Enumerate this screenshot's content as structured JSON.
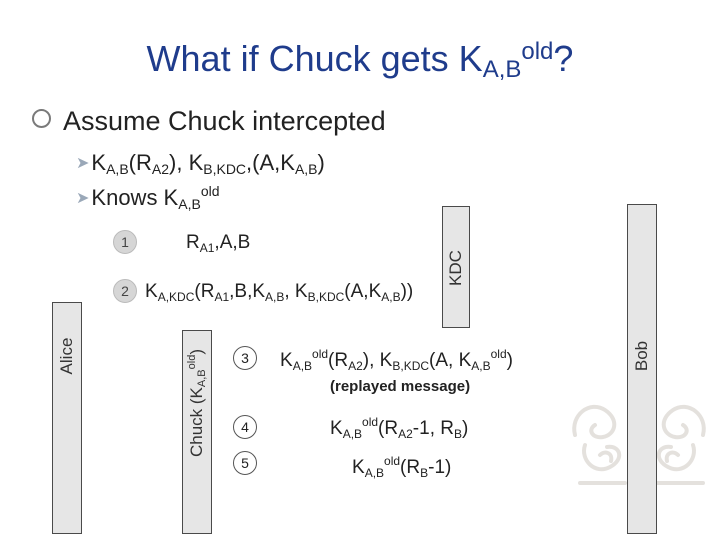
{
  "title": {
    "prefix": "What if Chuck gets K",
    "key_sub": "A,B",
    "key_sup": "old",
    "suffix": "?"
  },
  "bullet": "Assume Chuck intercepted",
  "sub_bullets": [
    {
      "k1": "K",
      "k1_sub": "A,B",
      "p1": "(R",
      "p1_sub": "A2",
      "p2": "), K",
      "k2_sub": "B,KDC",
      "p3": ",(A,K",
      "k3_sub": "A,B",
      "p4": ")"
    },
    {
      "text": "Knows K",
      "sub": "A,B",
      "sup": "old"
    }
  ],
  "entities": {
    "alice": "Alice",
    "kdc": "KDC",
    "bob": "Bob",
    "chuck": {
      "pre": "Chuck (K",
      "sub": "A,B",
      "sup": "old",
      "post": ")"
    }
  },
  "steps": [
    {
      "num": "1",
      "msg": {
        "a": "R",
        "a_sub": "A1",
        "b": ",A,B"
      }
    },
    {
      "num": "2",
      "msg": {
        "a": "K",
        "a_sub": "A,KDC",
        "b": "(R",
        "b_sub": "A1",
        "c": ",B,K",
        "c_sub": "A,B",
        "d": ", K",
        "d_sub": "B,KDC",
        "e": "(A,K",
        "e_sub": "A,B",
        "f": "))"
      }
    },
    {
      "num": "3",
      "msg": {
        "a": "K",
        "a_sub": "A,B",
        "a_sup": "old",
        "b": "(R",
        "b_sub": "A2",
        "c": "), K",
        "c_sub": "B,KDC",
        "d": "(A, K",
        "d_sub": "A,B",
        "d_sup": "old",
        "e": ")"
      },
      "note": "(replayed message)"
    },
    {
      "num": "4",
      "msg": {
        "a": "K",
        "a_sub": "A,B",
        "a_sup": "old",
        "b": "(R",
        "b_sub": "A2",
        "c": "-1, R",
        "c_sub": "B",
        "d": ")"
      }
    },
    {
      "num": "5",
      "msg": {
        "a": "K",
        "a_sub": "A,B",
        "a_sup": "old",
        "b": "(R",
        "b_sub": "B",
        "c": "-1)"
      }
    }
  ],
  "colors": {
    "title": "#1f3c8c",
    "box_fill": "#e6e6e6",
    "box_border": "#4a4a4a"
  }
}
